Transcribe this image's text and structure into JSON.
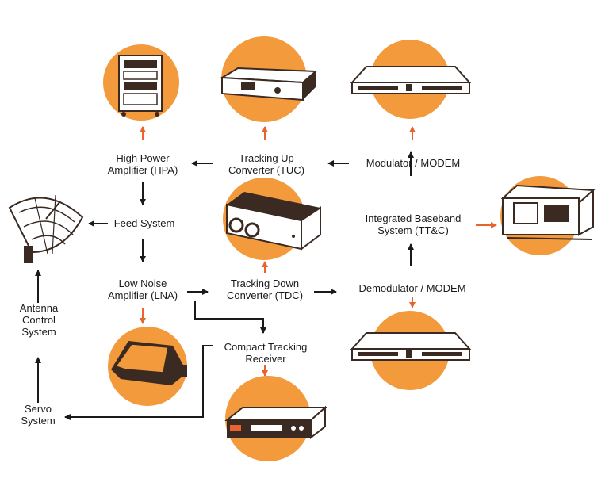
{
  "colors": {
    "accent": "#f29a3c",
    "arrow_black": "#1a1a1a",
    "arrow_orange": "#e8632d",
    "equipment_dark": "#3a2a22"
  },
  "nodes": {
    "hpa": {
      "line1": "High Power",
      "line2": "Amplifier (HPA)"
    },
    "tuc": {
      "line1": "Tracking Up",
      "line2": "Converter (TUC)"
    },
    "modulator": {
      "line1": "Modulator / MODEM"
    },
    "feed": {
      "line1": "Feed System"
    },
    "baseband": {
      "line1": "Integrated Baseband",
      "line2": "System (TT&C)"
    },
    "lna": {
      "line1": "Low Noise",
      "line2": "Amplifier (LNA)"
    },
    "tdc": {
      "line1": "Tracking Down",
      "line2": "Converter (TDC)"
    },
    "demodulator": {
      "line1": "Demodulator / MODEM"
    },
    "acs": {
      "line1": "Antenna",
      "line2": "Control",
      "line3": "System"
    },
    "ctr": {
      "line1": "Compact Tracking",
      "line2": "Receiver"
    },
    "servo": {
      "line1": "Servo",
      "line2": "System"
    }
  },
  "icons": [
    "hpa-rack-icon",
    "tuc-device-icon",
    "modem-rack-icon",
    "satellite-dish-icon",
    "tdc-device-icon",
    "baseband-rack-icon",
    "lna-device-icon",
    "demod-rack-icon",
    "receiver-rack-icon"
  ]
}
